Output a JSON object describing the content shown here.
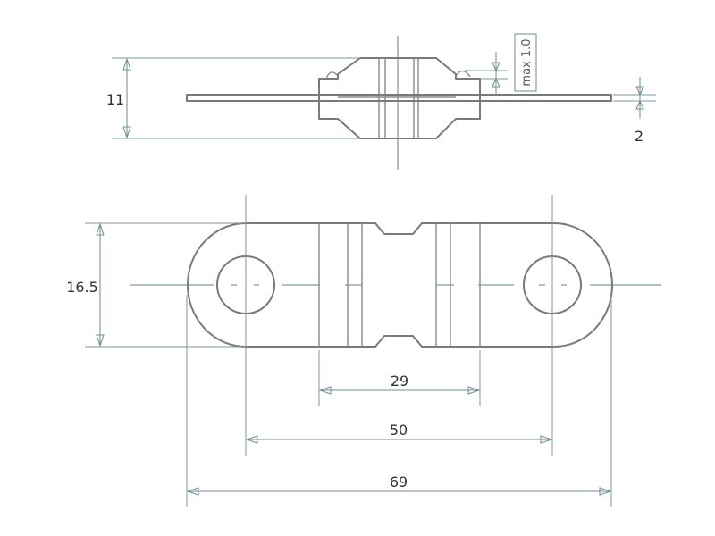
{
  "dimensions": {
    "height": "11",
    "tolerance": "max 1.0",
    "thickness": "2",
    "width": "16.5",
    "inner": "29",
    "hole_pitch": "50",
    "overall": "69"
  }
}
